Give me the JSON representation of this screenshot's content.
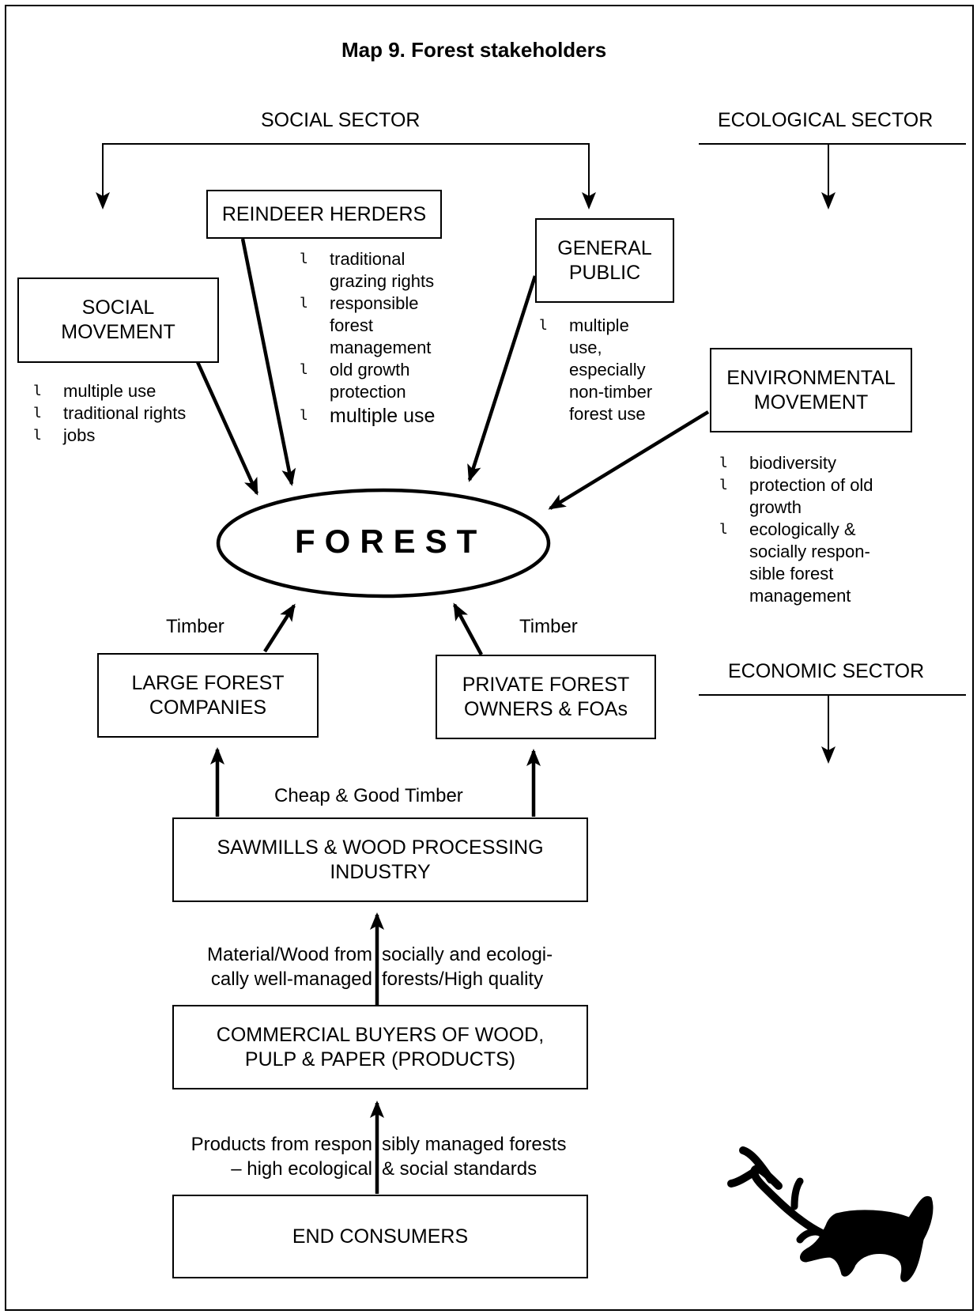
{
  "title": "Map 9. Forest stakeholders",
  "sectors": {
    "social": "SOCIAL SECTOR",
    "ecological": "ECOLOGICAL SECTOR",
    "economic": "ECONOMIC SECTOR"
  },
  "forest": "FOREST",
  "boxes": {
    "reindeer_herders": "REINDEER HERDERS",
    "general_public": "GENERAL\nPUBLIC",
    "social_movement": "SOCIAL\nMOVEMENT",
    "environmental_movement": "ENVIRONMENTAL\nMOVEMENT",
    "large_forest_companies": "LARGE FOREST\nCOMPANIES",
    "private_forest_owners": "PRIVATE FOREST\nOWNERS & FOAs",
    "sawmills": "SAWMILLS & WOOD PROCESSING\nINDUSTRY",
    "commercial_buyers": "COMMERCIAL BUYERS OF WOOD,\nPULP & PAPER (PRODUCTS)",
    "end_consumers": "END CONSUMERS"
  },
  "bullet_glyph": "l",
  "lists": {
    "social_movement": [
      "multiple use",
      "traditional rights",
      "jobs"
    ],
    "reindeer_herders": [
      "traditional\ngrazing rights",
      "responsible\nforest\nmanagement",
      "old growth\nprotection",
      "multiple use"
    ],
    "general_public": [
      "multiple\nuse,\nespecially\nnon-timber\nforest use"
    ],
    "environmental_movement": [
      "biodiversity",
      "protection of old\ngrowth",
      "ecologically &\nsocially respon-\nsible forest\nmanagement"
    ]
  },
  "labels": {
    "timber_left": "Timber",
    "timber_right": "Timber",
    "cheap_good_timber": "Cheap & Good Timber",
    "material_left": "Material/Wood from\ncally well-managed",
    "material_right": "socially and ecologi-\nforests/High quality",
    "products_left": "Products from respon\n– high ecological",
    "products_right": "sibly managed forests\n& social standards"
  },
  "icons": {
    "reindeer": "reindeer-silhouette-icon"
  }
}
